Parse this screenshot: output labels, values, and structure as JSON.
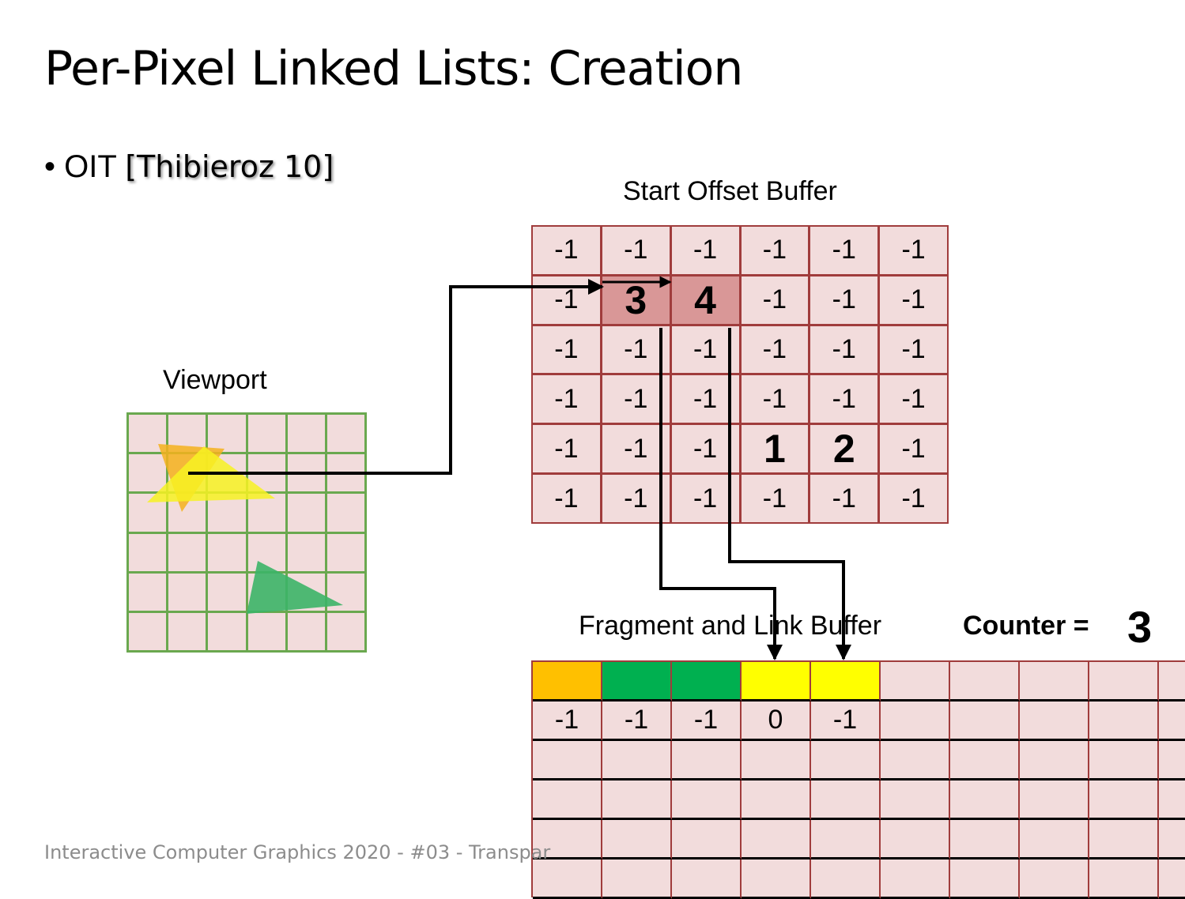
{
  "title": "Per-Pixel Linked Lists: Creation",
  "bullet": {
    "text": "OIT",
    "citation": "[Thibieroz 10]"
  },
  "start_offset_buffer": {
    "label": "Start Offset Buffer",
    "rows": [
      [
        "-1",
        "-1",
        "-1",
        "-1",
        "-1",
        "-1"
      ],
      [
        "-1",
        "3",
        "4",
        "-1",
        "-1",
        "-1"
      ],
      [
        "-1",
        "-1",
        "-1",
        "-1",
        "-1",
        "-1"
      ],
      [
        "-1",
        "-1",
        "-1",
        "-1",
        "-1",
        "-1"
      ],
      [
        "-1",
        "-1",
        "-1",
        "1",
        "2",
        "-1"
      ],
      [
        "-1",
        "-1",
        "-1",
        "-1",
        "-1",
        "-1"
      ]
    ],
    "highlighted_cells": [
      [
        1,
        1
      ],
      [
        1,
        2
      ]
    ]
  },
  "viewport": {
    "label": "Viewport",
    "triangle_colors": {
      "orange": "#f4b11c",
      "yellow": "#f7f222",
      "green": "#3cb467"
    }
  },
  "fragment_link_buffer": {
    "label": "Fragment and Link Buffer",
    "colors": [
      "#ffc000",
      "#00b050",
      "#00b050",
      "#ffff00",
      "#ffff00",
      "",
      "",
      "",
      "",
      ""
    ],
    "links": [
      "-1",
      "-1",
      "-1",
      "0",
      "-1",
      "",
      "",
      "",
      "",
      ""
    ]
  },
  "counter": {
    "label": "Counter =",
    "value": "3"
  },
  "footer": "Interactive Computer Graphics 2020 - #03 - Transpar",
  "colors": {
    "cell_bg": "#f2dcdc",
    "grid_border": "#a03c3c",
    "highlight": "#d99797",
    "viewport_grid": "#6aa84f"
  }
}
